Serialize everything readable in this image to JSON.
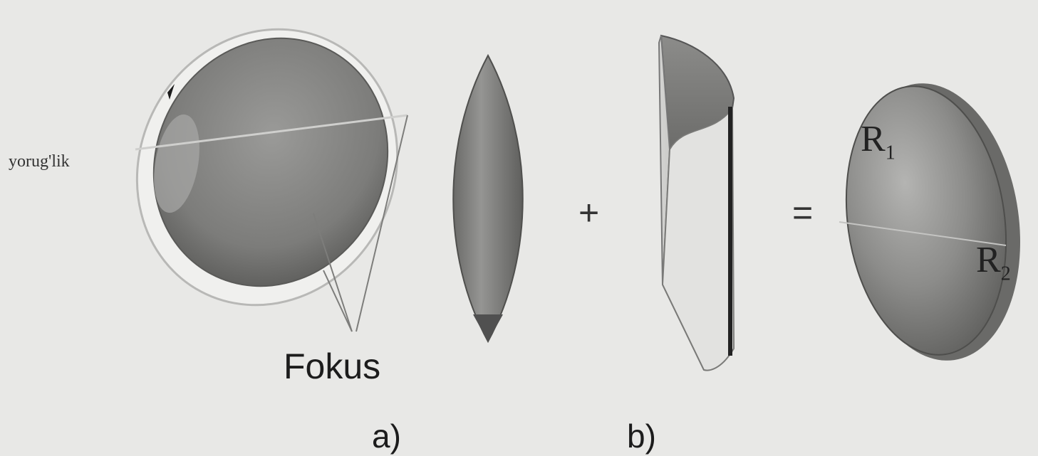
{
  "labels": {
    "light": "yorug'lik",
    "focus": "Fokus",
    "part_a": "a)",
    "part_b": "b)"
  },
  "operators": {
    "plus": "+",
    "equals": "="
  },
  "radii": {
    "r1_letter": "R",
    "r1_sub": "1",
    "r2_letter": "R",
    "r2_sub": "2"
  },
  "colors": {
    "background": "#e8e8e6",
    "lens_body": "#8a8a88",
    "lens_dark": "#5e5e5c",
    "glass_light": "#d8d8d6",
    "rim": "#f2f2f0"
  }
}
